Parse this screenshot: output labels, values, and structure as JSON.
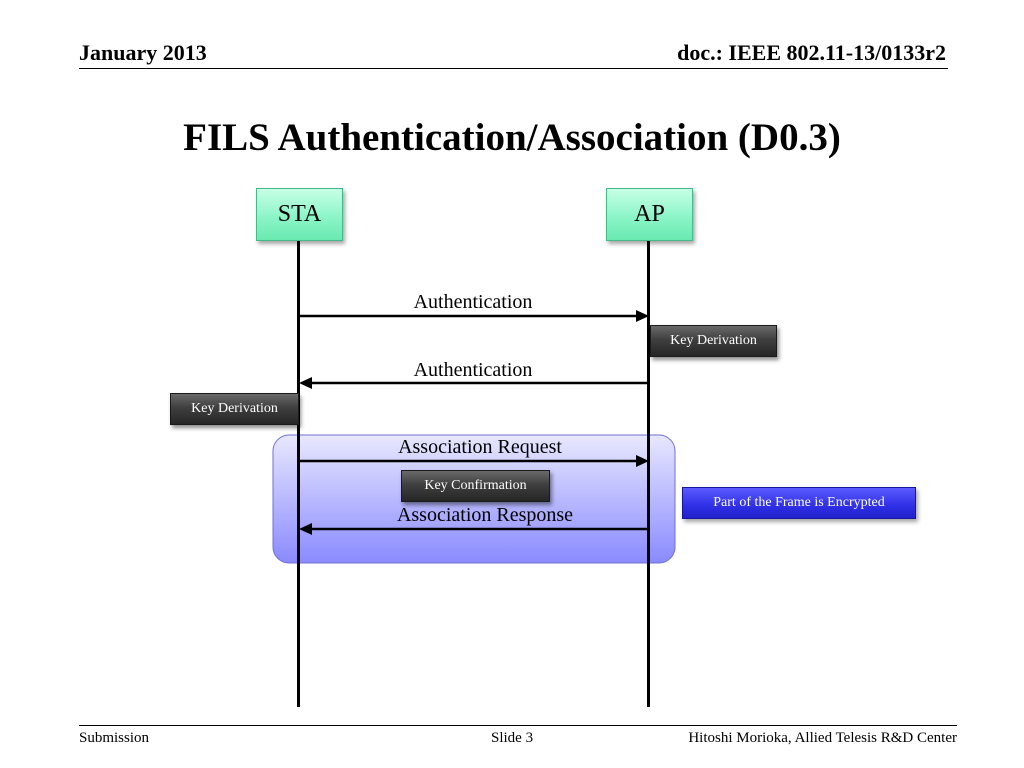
{
  "header": {
    "date": "January 2013",
    "doc": "doc.: IEEE 802.11-13/0133r2"
  },
  "title": "FILS Authentication/Association (D0.3)",
  "diagram": {
    "nodes": {
      "sta": "STA",
      "ap": "AP"
    },
    "messages": {
      "auth_request": "Authentication",
      "auth_response": "Authentication",
      "assoc_request": "Association Request",
      "assoc_response": "Association Response"
    },
    "key_derivation_ap": "Key Derivation",
    "key_derivation_sta": "Key Derivation",
    "key_confirmation": "Key Confirmation",
    "encrypted_note": "Part of the Frame is Encrypted"
  },
  "footer": {
    "left": "Submission",
    "center": "Slide 3",
    "right": "Hitoshi Morioka, Allied Telesis R&D Center"
  },
  "colors": {
    "node_fill": "#8cf5c8",
    "encrypted_region": "#9a9aff",
    "encrypted_note_fill": "#2f2fe6",
    "dark_box_fill": "#3f3f3f"
  }
}
